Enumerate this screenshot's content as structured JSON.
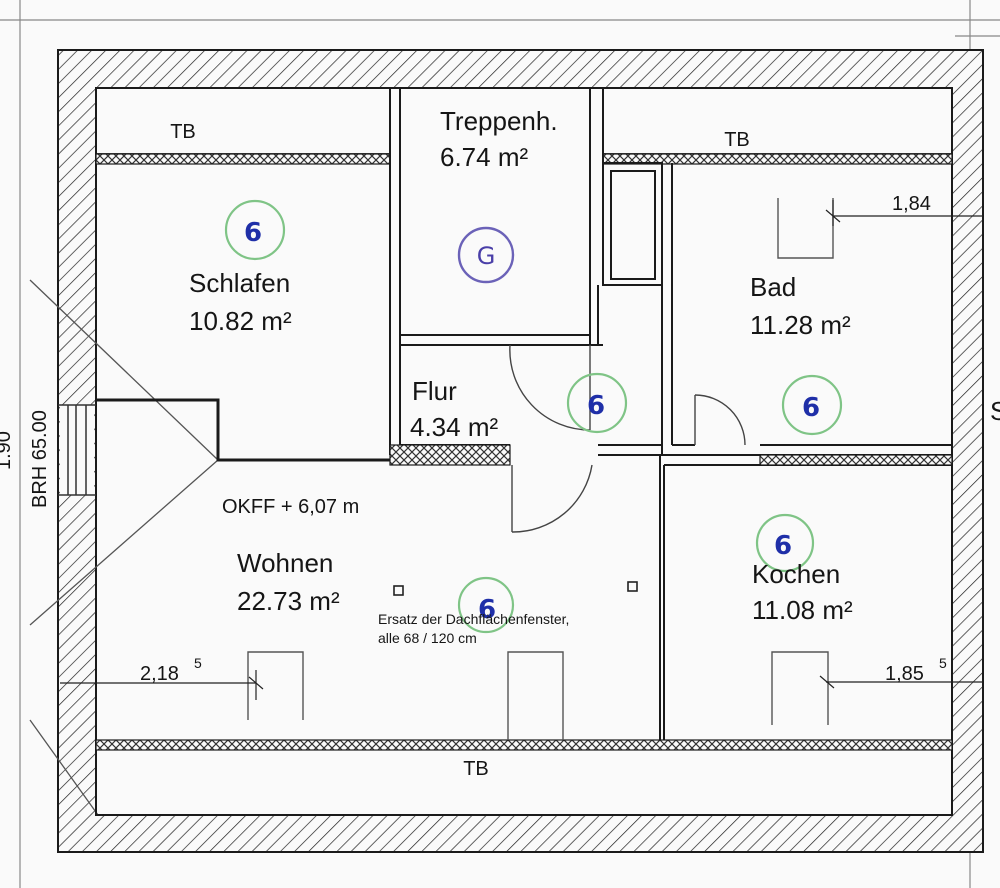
{
  "rooms": {
    "schlafen": {
      "name": "Schlafen",
      "area": "10.82 m²",
      "mark": "6"
    },
    "treppenhaus": {
      "name": "Treppenh.",
      "area": "6.74 m²",
      "mark": "G"
    },
    "bad": {
      "name": "Bad",
      "area": "11.28 m²",
      "mark": "6"
    },
    "flur": {
      "name": "Flur",
      "area": "4.34 m²",
      "mark": "6"
    },
    "wohnen": {
      "name": "Wohnen",
      "area": "22.73 m²",
      "mark": "6"
    },
    "kochen": {
      "name": "Kochen",
      "area": "11.08 m²",
      "mark": "6"
    }
  },
  "labels": {
    "tb": "TB",
    "okff": "OKFF + 6,07 m",
    "brh": "BRH 65.00",
    "edge_text": "1.90",
    "edge_glyph": "S",
    "window_note_line1": "Ersatz der Dachflächenfenster,",
    "window_note_line2": "alle 68 / 120 cm"
  },
  "dimensions": {
    "bad": "1,84",
    "wohnen": "2,18",
    "wohnen_sup": "5",
    "kochen": "1,85",
    "kochen_sup": "5"
  },
  "colors": {
    "wall": "#1a1a1a",
    "paper": "#fafafa",
    "green_ring": "#7fc486",
    "purple_ring": "#6b62b8",
    "pen_blue": "#1f2fa8"
  }
}
